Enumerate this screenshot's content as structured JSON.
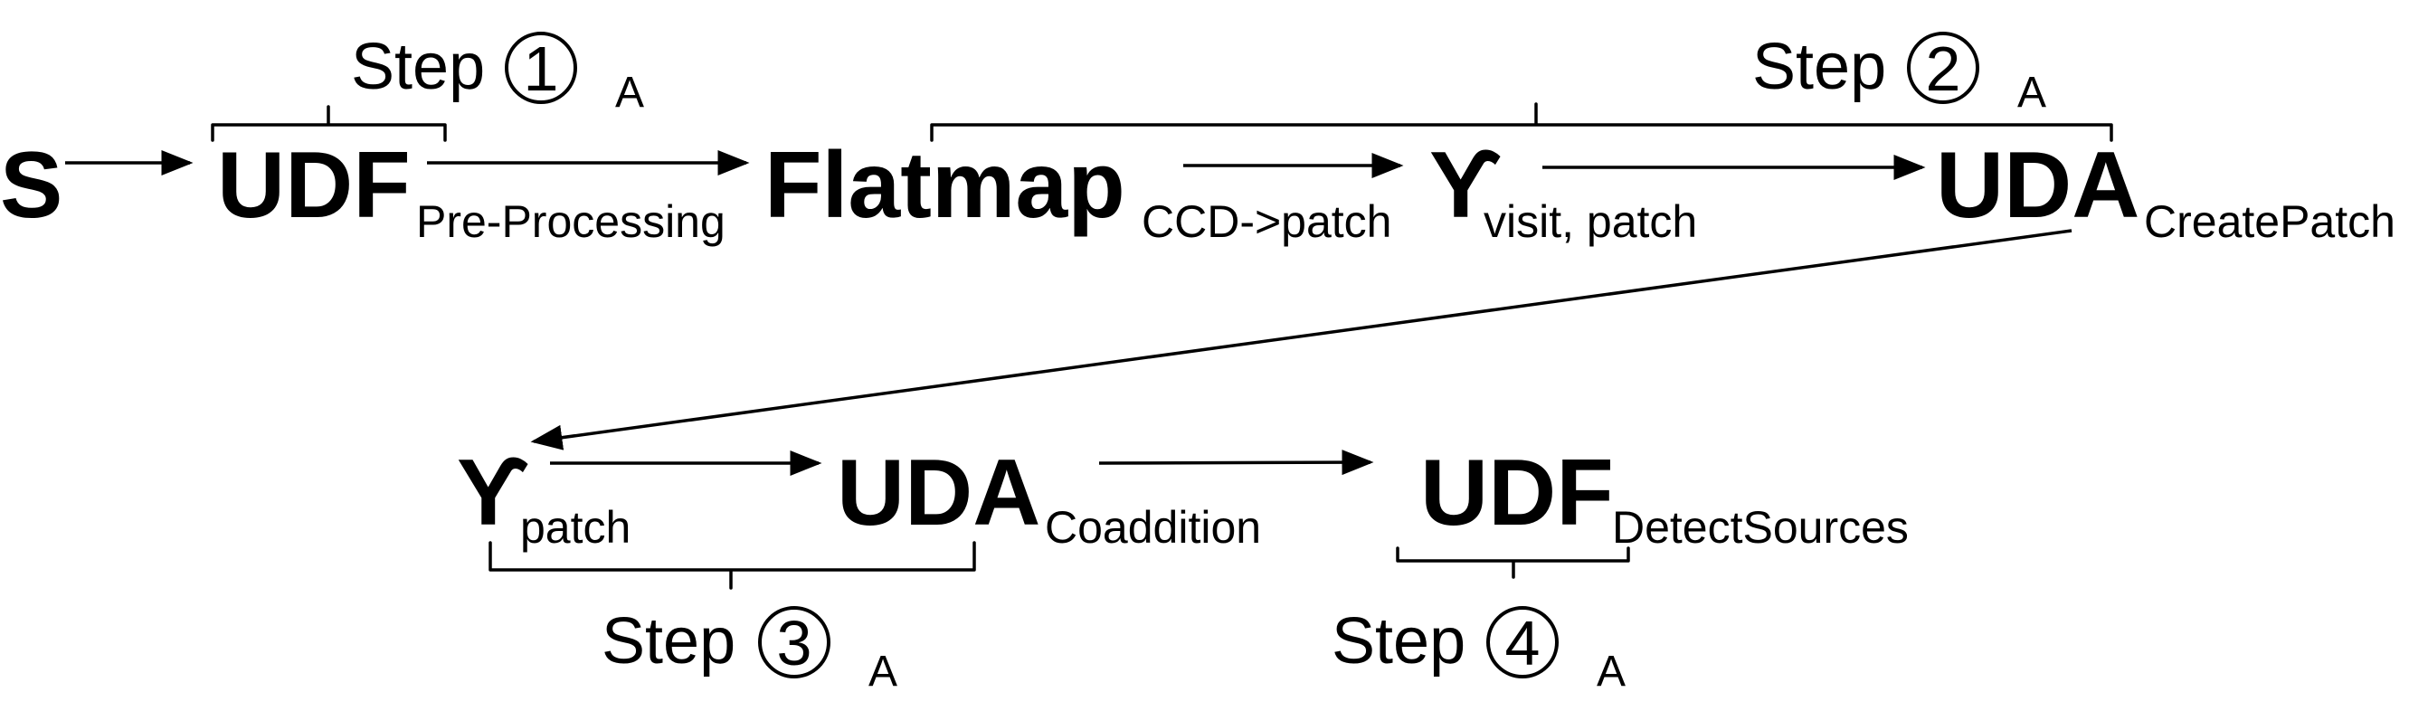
{
  "nodes": {
    "s": {
      "label": "S"
    },
    "udf_pre": {
      "label": "UDF",
      "sub": "Pre-Processing"
    },
    "flatmap": {
      "label": "Flatmap",
      "sub": "CCD->patch"
    },
    "gamma_vp": {
      "label": "ϒ",
      "sub": "visit, patch"
    },
    "uda_create": {
      "label": "UDA",
      "sub": "CreatePatch"
    },
    "gamma_p": {
      "label": "ϒ",
      "sub": "patch"
    },
    "uda_coadd": {
      "label": "UDA",
      "sub": "Coaddition"
    },
    "udf_detect": {
      "label": "UDF",
      "sub": "DetectSources"
    }
  },
  "steps": [
    {
      "prefix": "Step",
      "number": "1",
      "sub": "A"
    },
    {
      "prefix": "Step",
      "number": "2",
      "sub": "A"
    },
    {
      "prefix": "Step",
      "number": "3",
      "sub": "A"
    },
    {
      "prefix": "Step",
      "number": "4",
      "sub": "A"
    }
  ]
}
